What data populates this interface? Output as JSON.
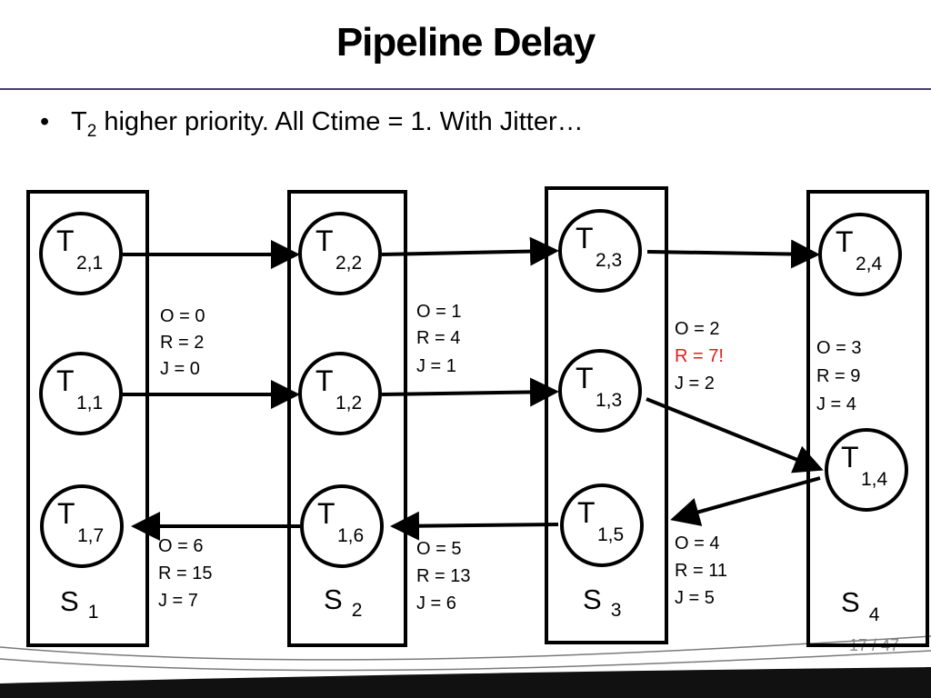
{
  "title": "Pipeline Delay",
  "bullet": {
    "pre": "T",
    "sub": "2",
    "post": " higher priority. All Ctime = 1. With Jitter…"
  },
  "stages": [
    {
      "main": "S",
      "sub": "1"
    },
    {
      "main": "S",
      "sub": "2"
    },
    {
      "main": "S",
      "sub": "3"
    },
    {
      "main": "S",
      "sub": "4"
    }
  ],
  "tasks": [
    {
      "id": "t21",
      "main": "T",
      "sub": "2,1"
    },
    {
      "id": "t22",
      "main": "T",
      "sub": "2,2"
    },
    {
      "id": "t23",
      "main": "T",
      "sub": "2,3"
    },
    {
      "id": "t24",
      "main": "T",
      "sub": "2,4"
    },
    {
      "id": "t11",
      "main": "T",
      "sub": "1,1"
    },
    {
      "id": "t12",
      "main": "T",
      "sub": "1,2"
    },
    {
      "id": "t13",
      "main": "T",
      "sub": "1,3"
    },
    {
      "id": "t14",
      "main": "T",
      "sub": "1,4"
    },
    {
      "id": "t15",
      "main": "T",
      "sub": "1,5"
    },
    {
      "id": "t16",
      "main": "T",
      "sub": "1,6"
    },
    {
      "id": "t17",
      "main": "T",
      "sub": "1,7"
    }
  ],
  "params": [
    {
      "lines": [
        "O = 0",
        "R = 2",
        "J = 0"
      ]
    },
    {
      "lines": [
        "O = 1",
        "R = 4",
        "J = 1"
      ]
    },
    {
      "lines": [
        "O = 2",
        "R = 7!",
        "J = 2"
      ]
    },
    {
      "lines": [
        "O = 3",
        "R = 9",
        "J = 4"
      ]
    },
    {
      "lines": [
        "O = 4",
        "R = 11",
        "J = 5"
      ]
    },
    {
      "lines": [
        "O = 5",
        "R = 13",
        "J = 6"
      ]
    },
    {
      "lines": [
        "O = 6",
        "R = 15",
        "J = 7"
      ]
    }
  ],
  "colors": {
    "highlight": "#e0201b",
    "rule": "#4b3a72",
    "page_number": "#8a8a8a"
  },
  "page_number": "17 / 47"
}
